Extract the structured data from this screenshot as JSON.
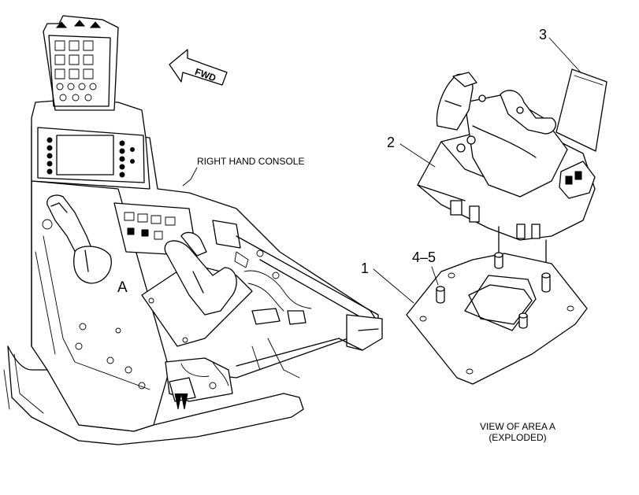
{
  "labels": {
    "fwd": "FWD",
    "right_hand_console": "RIGHT HAND CONSOLE",
    "area_a": "A",
    "view_line1": "VIEW OF AREA  A",
    "view_line2": "(EXPLODED)"
  },
  "callouts": [
    {
      "id": "1",
      "text": "1"
    },
    {
      "id": "2",
      "text": "2"
    },
    {
      "id": "3",
      "text": "3"
    },
    {
      "id": "4-5",
      "text": "4–5"
    }
  ]
}
